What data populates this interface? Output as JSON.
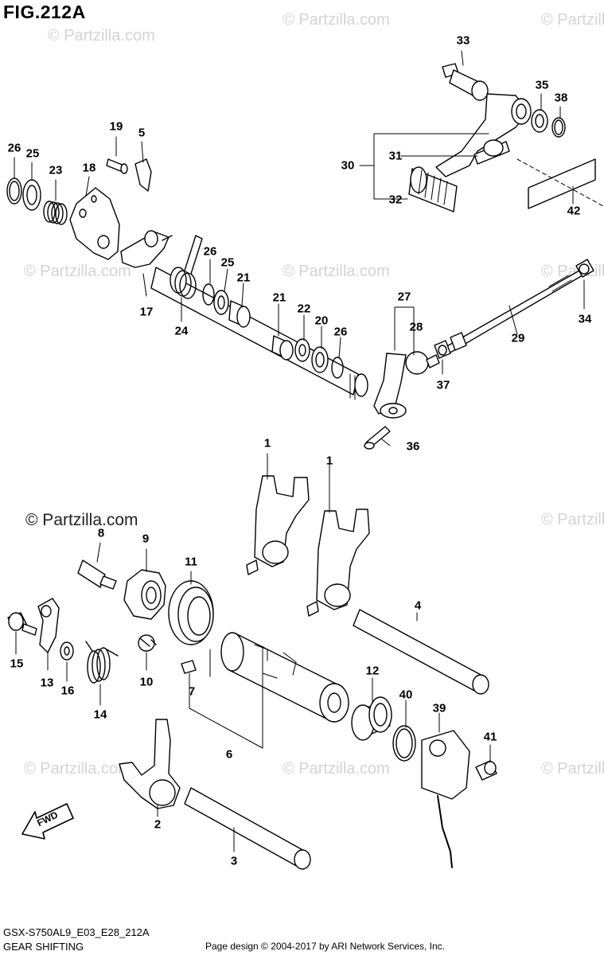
{
  "title": "FIG.212A",
  "watermark": "© Partzilla.com",
  "callouts": {
    "c33": "33",
    "c35": "35",
    "c38": "38",
    "c30": "30",
    "c31": "31",
    "c32": "32",
    "c42": "42",
    "c19": "19",
    "c5": "5",
    "c26a": "26",
    "c25a": "25",
    "c23": "23",
    "c18": "18",
    "c26b": "26",
    "c25b": "25",
    "c21a": "21",
    "c17": "17",
    "c24": "24",
    "c21b": "21",
    "c22": "22",
    "c20": "20",
    "c26c": "26",
    "c27": "27",
    "c28": "28",
    "c29": "29",
    "c34": "34",
    "c37": "37",
    "c36": "36",
    "c1a": "1",
    "c1b": "1",
    "c8": "8",
    "c9": "9",
    "c11": "11",
    "c4": "4",
    "c15": "15",
    "c13": "13",
    "c16": "16",
    "c14": "14",
    "c10": "10",
    "c7": "7",
    "c12": "12",
    "c40": "40",
    "c39": "39",
    "c41": "41",
    "c6": "6",
    "c2": "2",
    "c3": "3"
  },
  "fwd_label": "FWD",
  "footer": {
    "model_code": "GSX-S750AL9_E03_E28_212A",
    "section": "GEAR SHIFTING",
    "credit": "Page design © 2004-2017 by ARI Network Services, Inc."
  }
}
